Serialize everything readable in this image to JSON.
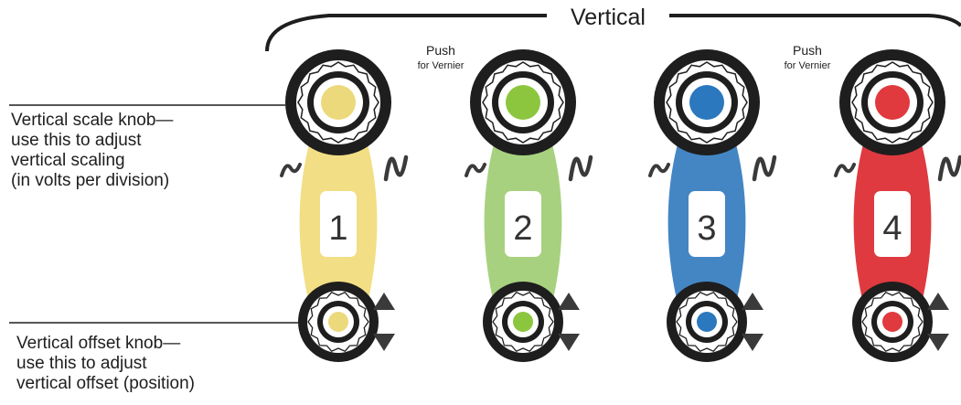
{
  "section_title": "Vertical",
  "push_labels": [
    {
      "main": "Push",
      "sub": "for Vernier"
    },
    {
      "main": "Push",
      "sub": "for Vernier"
    }
  ],
  "callouts": {
    "scale": "Vertical scale knob—\nuse this to adjust\nvertical scaling\n(in volts per division)",
    "offset": "Vertical offset knob—\nuse this to adjust\nvertical offset (position)"
  },
  "channels": [
    {
      "number": "1",
      "color": "#f5e38c",
      "cap": "#ecd97c",
      "band": "#f2de84"
    },
    {
      "number": "2",
      "color": "#a6d07b",
      "cap": "#8cc63f",
      "band": "#a8d17f"
    },
    {
      "number": "3",
      "color": "#3f84c4",
      "cap": "#2b78be",
      "band": "#4486c4"
    },
    {
      "number": "4",
      "color": "#e0393e",
      "cap": "#e0393e",
      "band": "#df3a3f"
    }
  ],
  "colors": {
    "knob": "#1e1e1e",
    "text": "#1e1e1e",
    "arrows": "#3a3a3a",
    "wave": "#3a3a3a"
  },
  "icons": [
    "wave-icon",
    "arrow-up-icon",
    "arrow-down-icon"
  ]
}
